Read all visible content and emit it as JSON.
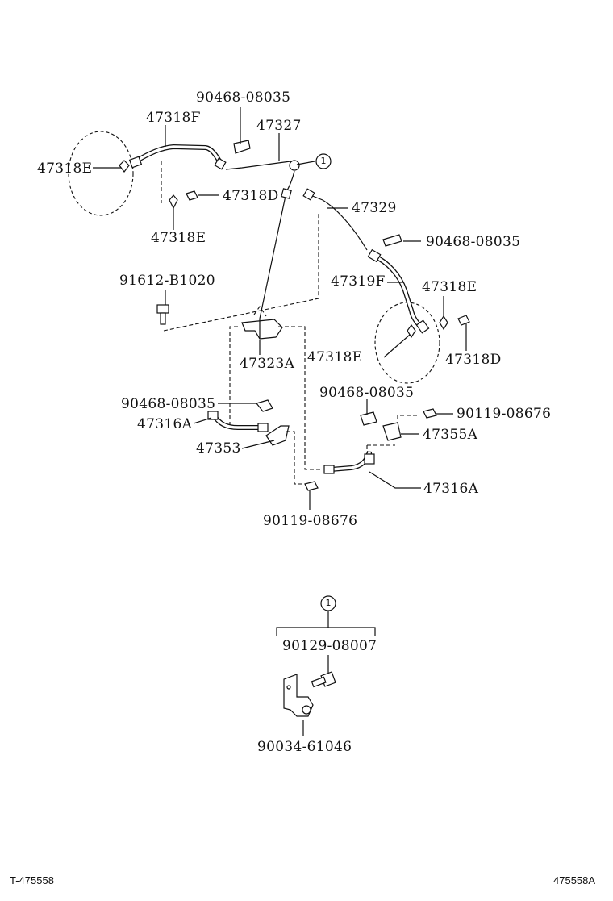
{
  "diagram": {
    "parts": {
      "p_90468_top": "90468-08035",
      "p_47318F": "47318F",
      "p_47327": "47327",
      "p_47318E_left": "47318E",
      "p_47318D_top": "47318D",
      "p_47318E_mid": "47318E",
      "p_47329": "47329",
      "p_90468_right": "90468-08035",
      "p_91612": "91612-B1020",
      "p_47319F": "47319F",
      "p_47318E_right": "47318E",
      "p_47318E_center": "47318E",
      "p_47318D_right": "47318D",
      "p_47323A": "47323A",
      "p_90468_center": "90468-08035",
      "p_90468_lower_left": "90468-08035",
      "p_90119_right": "90119-08676",
      "p_47316A_left": "47316A",
      "p_47355A": "47355A",
      "p_47353": "47353",
      "p_47316A_right": "47316A",
      "p_90119_bottom": "90119-08676",
      "p_90129": "90129-08007",
      "p_90034": "90034-61046"
    },
    "callouts": {
      "ref_top": "1",
      "ref_bottom": "1"
    }
  },
  "footer": {
    "left_code": "T-475558",
    "right_code": "475558A"
  }
}
